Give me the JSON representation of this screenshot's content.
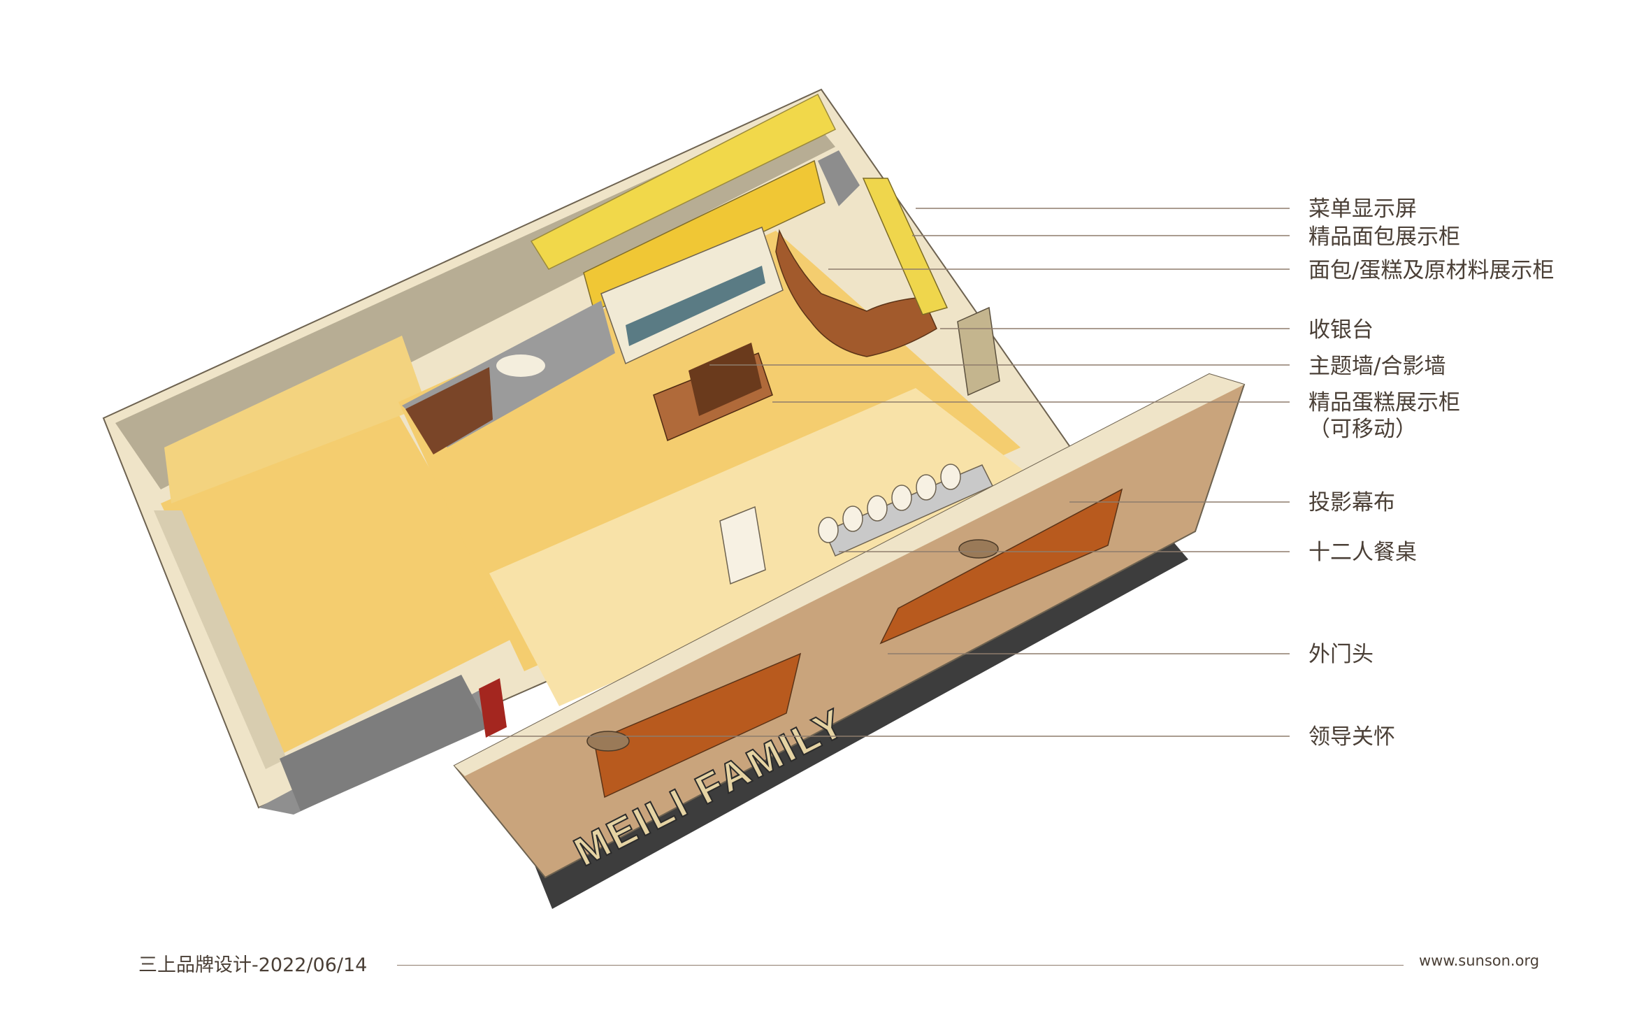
{
  "labels": {
    "menu_screen": "菜单显示屏",
    "bread_cabinet": "精品面包展示柜",
    "materials_cabinet": "面包/蛋糕及原材料展示柜",
    "cashier": "收银台",
    "theme_wall": "主题墙/合影墙",
    "cake_cabinet": "精品蛋糕展示柜",
    "cake_cabinet_note": "（可移动）",
    "projection_screen": "投影幕布",
    "dining_table": "十二人餐桌",
    "storefront": "外门头",
    "leader_care": "领导关怀"
  },
  "signage": {
    "brand": "MEILI FAMILY"
  },
  "footer": {
    "credit": "三上品牌设计-2022/06/14",
    "website": "www.sunson.org"
  },
  "colors": {
    "floor_main": "#f4cd6f",
    "floor_light": "#f8e2a8",
    "wall_beige": "#efe4c8",
    "wall_shadow": "#b3a890",
    "cabinet_yellow": "#f1d84a",
    "facade": "#c9a47c",
    "facade_recess": "#b85a1e",
    "wood": "#8a4d28",
    "dark_base": "#3d3d3d",
    "leader_line": "#8e7c6c",
    "text": "#4a3f36"
  }
}
